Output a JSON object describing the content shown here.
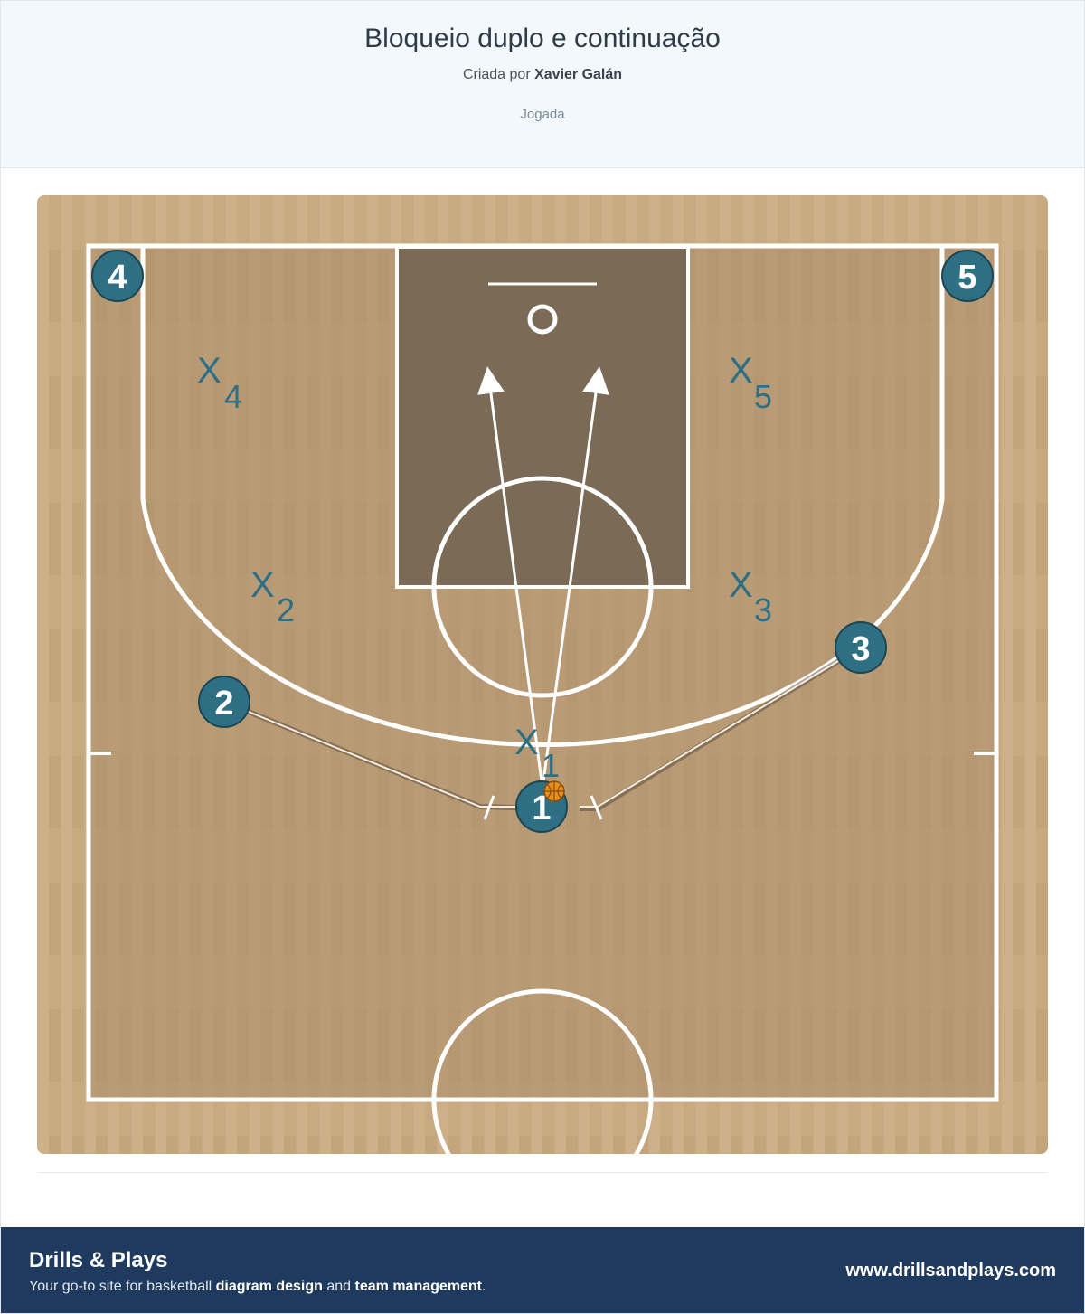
{
  "header": {
    "title": "Bloqueio duplo e continuação",
    "created_by_label": "Criada por",
    "author": "Xavier Galán",
    "category": "Jogada"
  },
  "diagram": {
    "offense": [
      {
        "number": "1",
        "has_ball": true
      },
      {
        "number": "2"
      },
      {
        "number": "3"
      },
      {
        "number": "4"
      },
      {
        "number": "5"
      }
    ],
    "defense": [
      {
        "label": "X",
        "sub": "1"
      },
      {
        "label": "X",
        "sub": "2"
      },
      {
        "label": "X",
        "sub": "3"
      },
      {
        "label": "X",
        "sub": "4"
      },
      {
        "label": "X",
        "sub": "5"
      }
    ],
    "colors": {
      "player": "#2e6f83",
      "defender": "#2e6f83",
      "court": "#c9ab82",
      "paint": "#7a6a56",
      "lines": "#ffffff",
      "ball": "#e8901e"
    },
    "icons": [
      "basketball-icon"
    ]
  },
  "footer": {
    "brand": "Drills & Plays",
    "tagline_prefix": "Your go-to site for basketball",
    "tagline_bold1": "diagram design",
    "tagline_mid": "and",
    "tagline_bold2": "team management",
    "tagline_suffix": ".",
    "url": "www.drillsandplays.com"
  }
}
